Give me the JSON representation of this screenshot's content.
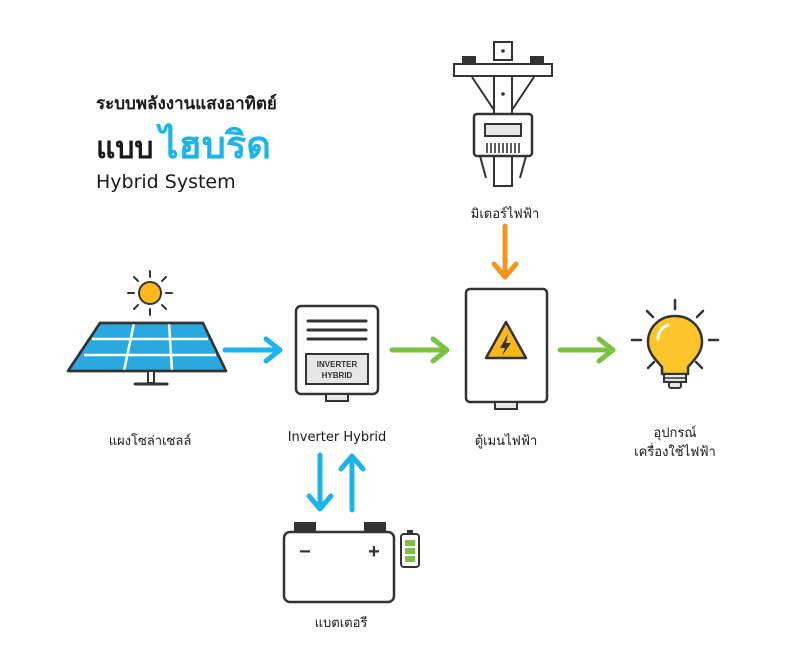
{
  "title": {
    "line1": "ระบบพลังงานแสงอาทิตย์",
    "line2_prefix": "แบบ",
    "line2_accent": "ไฮบริด",
    "line3": "Hybrid System"
  },
  "labels": {
    "meter": "มิเตอร์ไฟฟ้า",
    "solar": "แผงโซล่าเซลล์",
    "inverter": "Inverter Hybrid",
    "main_box": "ตู้เมนไฟฟ้า",
    "appliance_line1": "อุปกรณ์",
    "appliance_line2": "เครื่องใช้ไฟฟ้า",
    "battery": "แบตเตอรี"
  },
  "inverter_plate": {
    "line1": "INVERTER",
    "line2": "HYBRID"
  },
  "battery_signs": {
    "minus": "−",
    "plus": "+"
  },
  "colors": {
    "accent_blue": "#1eb3ea",
    "arrow_green": "#7cc242",
    "arrow_orange": "#f7941d",
    "sun_yellow": "#fbb919",
    "bulb_yellow": "#fdc52a",
    "panel_blue": "#2aa9e0",
    "outline": "#333333",
    "gray_fill": "#e6e6e6",
    "warning_yellow": "#fbb919"
  },
  "icons": {
    "solar": "solar-panel-icon",
    "sun": "sun-icon",
    "inverter": "inverter-icon",
    "meter": "power-pole-meter-icon",
    "main_box": "electrical-cabinet-icon",
    "warning": "high-voltage-warning-icon",
    "bulb": "light-bulb-icon",
    "battery": "battery-icon",
    "battery_level": "battery-level-icon"
  }
}
